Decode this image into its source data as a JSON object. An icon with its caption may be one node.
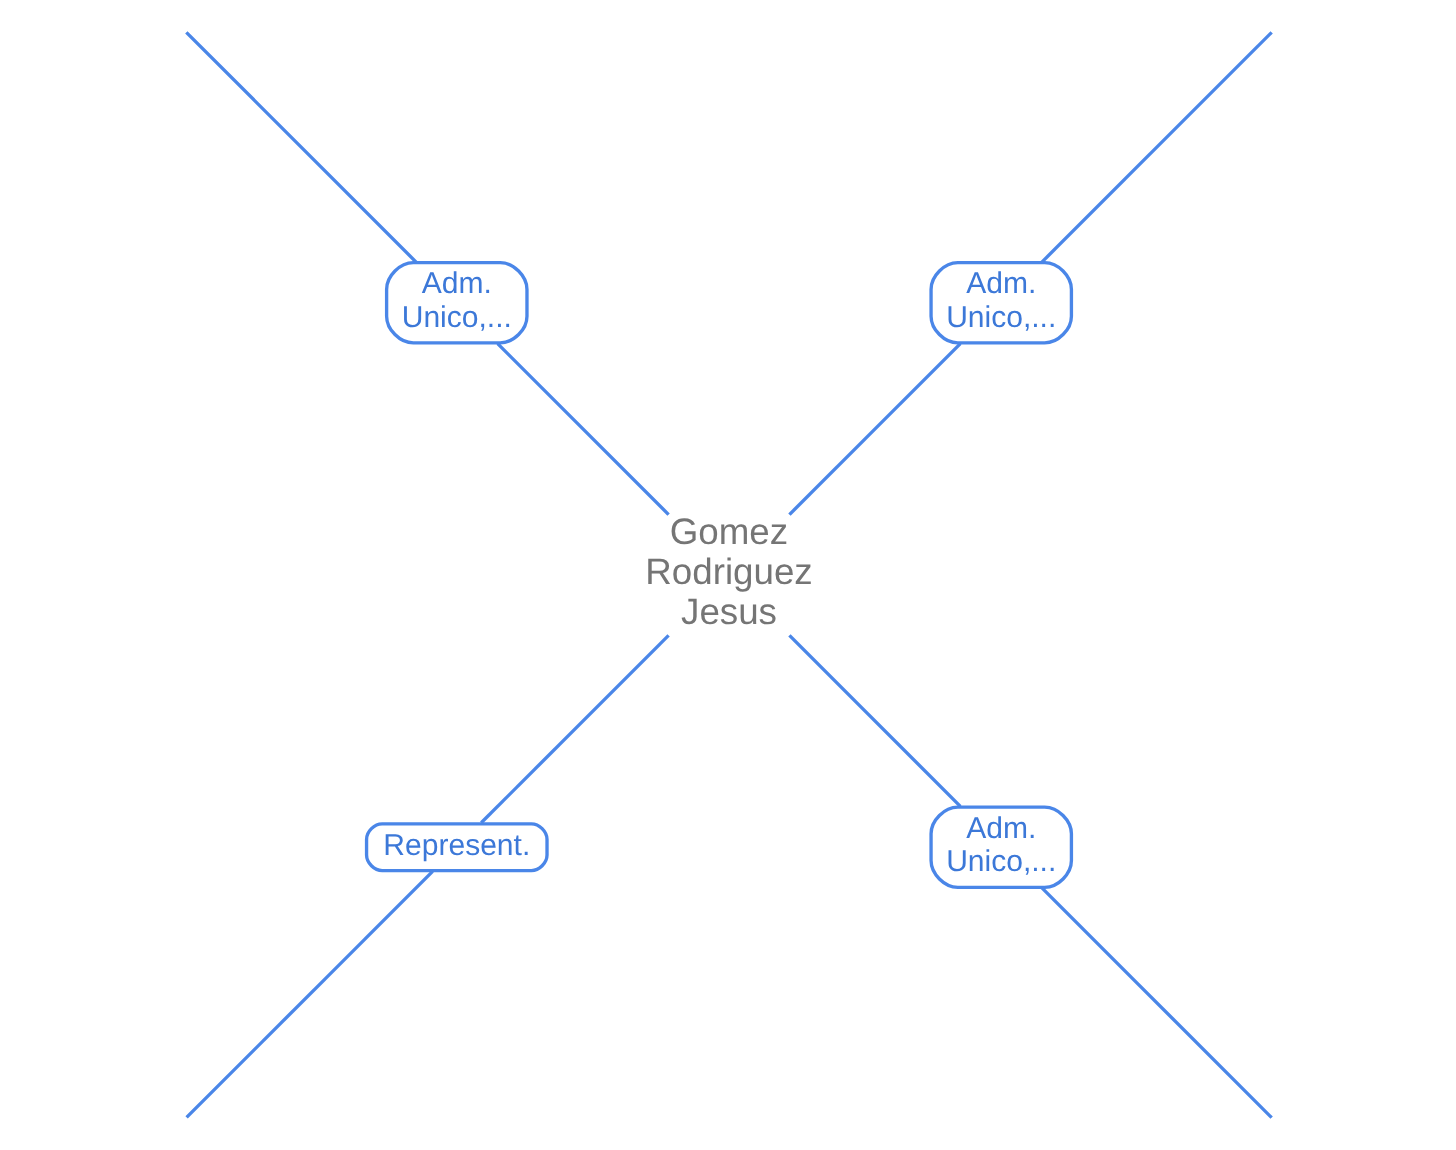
{
  "diagram": {
    "nodes": [
      {
        "text": [
          "Adm. Unico,..."
        ]
      },
      {
        "text": [
          "Adm. Unico,..."
        ]
      },
      {
        "text": [
          "Gomez Rodriguez Jesus"
        ]
      },
      {
        "text": [
          "Represent."
        ]
      },
      {
        "text": [
          "Adm. Unico,..."
        ]
      }
    ],
    "edges": [
      {
        "from": 2,
        "to": 1,
        "arrow": "none"
      },
      {
        "from": 2,
        "to": 0,
        "arrow": "none"
      },
      {
        "from": 2,
        "to": 3,
        "arrow": "none"
      },
      {
        "from": 2,
        "to": 4,
        "arrow": "none"
      },
      {
        "from": 0,
        "to": null,
        "arrow": "none"
      },
      {
        "from": 1,
        "to": null,
        "arrow": "none"
      },
      {
        "from": 3,
        "to": null,
        "arrow": "none"
      },
      {
        "from": 4,
        "to": null,
        "arrow": "none"
      }
    ]
  }
}
